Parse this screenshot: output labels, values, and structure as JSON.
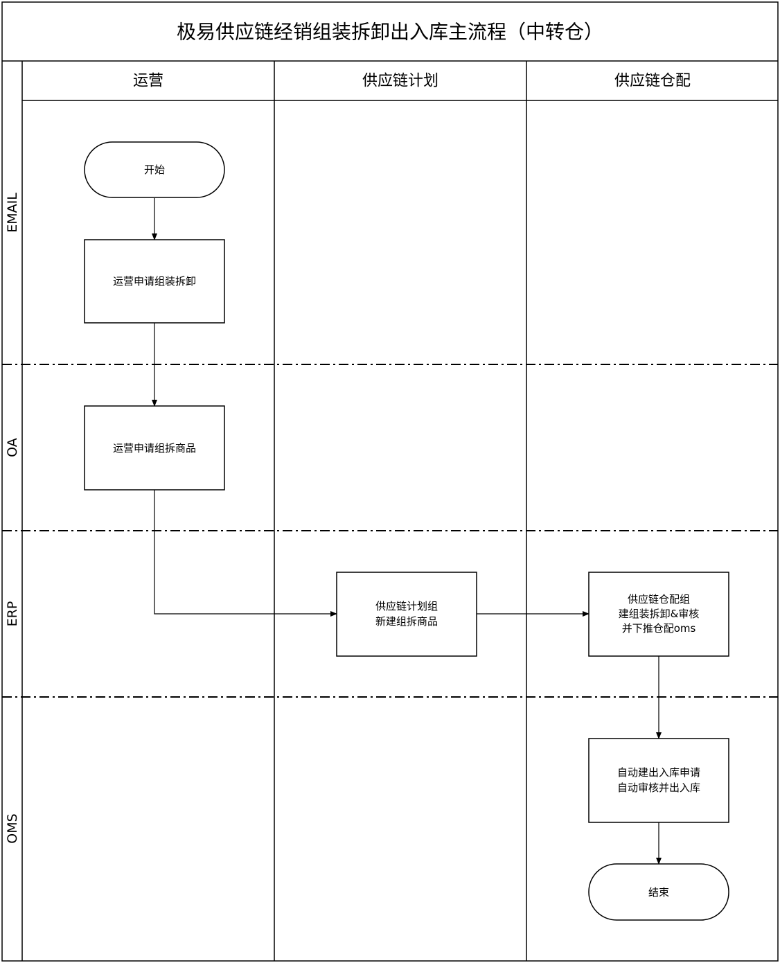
{
  "title": "极易供应链经销组装拆卸出入库主流程（中转仓）",
  "columns": [
    {
      "id": "ops",
      "label": "运营"
    },
    {
      "id": "plan",
      "label": "供应链计划"
    },
    {
      "id": "wh",
      "label": "供应链仓配"
    }
  ],
  "lanes": [
    {
      "id": "email",
      "label": "EMAIL"
    },
    {
      "id": "oa",
      "label": "OA"
    },
    {
      "id": "erp",
      "label": "ERP"
    },
    {
      "id": "oms",
      "label": "OMS"
    }
  ],
  "nodes": [
    {
      "id": "start",
      "type": "terminal",
      "lines": [
        "开始"
      ]
    },
    {
      "id": "apply_assembly",
      "type": "process",
      "lines": [
        "运营申请组装拆卸"
      ]
    },
    {
      "id": "apply_product",
      "type": "process",
      "lines": [
        "运营申请组拆商品"
      ]
    },
    {
      "id": "plan_new",
      "type": "process",
      "lines": [
        "供应链计划组",
        "新建组拆商品"
      ]
    },
    {
      "id": "wh_build",
      "type": "process",
      "lines": [
        "供应链仓配组",
        "建组装拆卸&审核",
        "并下推仓配oms"
      ]
    },
    {
      "id": "auto_io",
      "type": "process",
      "lines": [
        "自动建出入库申请",
        "自动审核并出入库"
      ]
    },
    {
      "id": "end",
      "type": "terminal",
      "lines": [
        "结束"
      ]
    }
  ],
  "edges": [
    {
      "from": "start",
      "to": "apply_assembly"
    },
    {
      "from": "apply_assembly",
      "to": "apply_product"
    },
    {
      "from": "apply_product",
      "to": "plan_new"
    },
    {
      "from": "plan_new",
      "to": "wh_build"
    },
    {
      "from": "wh_build",
      "to": "auto_io"
    },
    {
      "from": "auto_io",
      "to": "end"
    }
  ]
}
